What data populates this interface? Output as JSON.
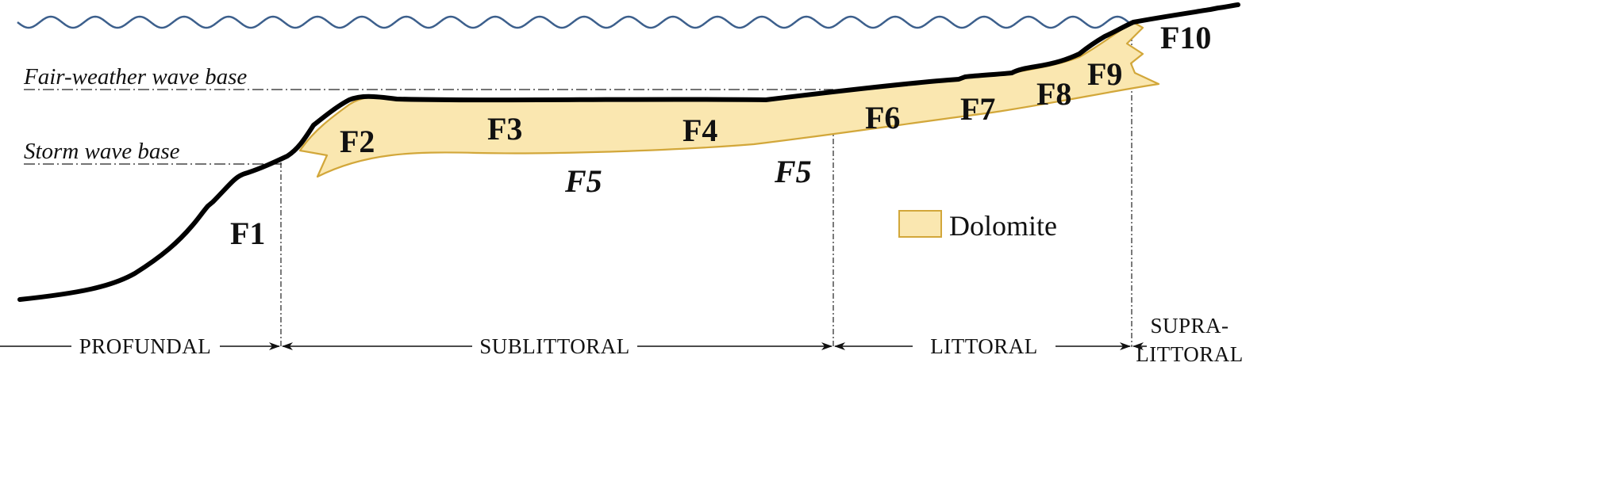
{
  "wave_bases": {
    "fair_weather": "Fair-weather wave base",
    "storm": "Storm wave base"
  },
  "facies": {
    "f1": "F1",
    "f2": "F2",
    "f3": "F3",
    "f4": "F4",
    "f5_left": "F5",
    "f5_right": "F5",
    "f6": "F6",
    "f7": "F7",
    "f8": "F8",
    "f9": "F9",
    "f10": "F10"
  },
  "legend": {
    "label": "Dolomite",
    "color": "#fae7b0",
    "stroke": "#d2a73a"
  },
  "zones": {
    "profundal": "PROFUNDAL",
    "sublittoral": "SUBLITTORAL",
    "littoral": "LITTORAL",
    "supra_line1": "SUPRA-",
    "supra_line2": "LITTORAL"
  },
  "colors": {
    "water": "#3c5f8c",
    "profile": "#000000"
  }
}
